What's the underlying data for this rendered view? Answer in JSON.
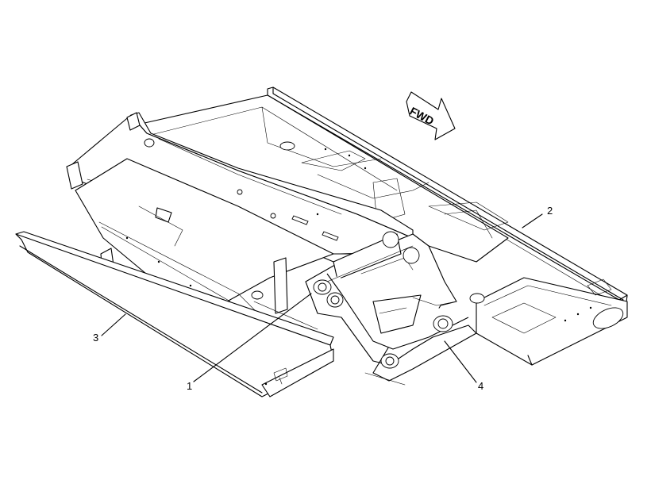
{
  "diagram": {
    "direction_arrow": {
      "label": "FWD"
    },
    "callouts": [
      {
        "id": "1",
        "label": "1"
      },
      {
        "id": "2",
        "label": "2"
      },
      {
        "id": "3",
        "label": "3"
      },
      {
        "id": "4",
        "label": "4"
      }
    ]
  }
}
